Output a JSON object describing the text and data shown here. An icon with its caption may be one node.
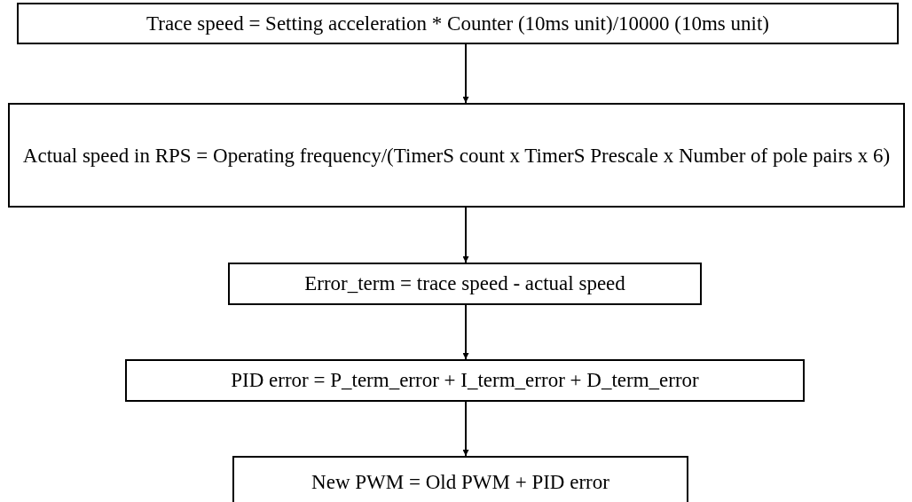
{
  "diagram": {
    "nodes": [
      {
        "text": [
          "Trace speed = Setting acceleration * Counter (10ms unit)/10000 (10ms unit)"
        ]
      },
      {
        "text": [
          "Actual speed in RPS = Operating frequency/(TimerS count x TimerS Prescale x Number of pole pairs x 6)"
        ]
      },
      {
        "text": [
          "Error_term = trace speed - actual speed"
        ]
      },
      {
        "text": [
          "PID error = P_term_error + I_term_error + D_term_error"
        ]
      },
      {
        "text": [
          "New PWM = Old PWM + PID error"
        ]
      }
    ],
    "edges": [
      {
        "from": 0,
        "to": 1,
        "arrow": "to"
      },
      {
        "from": 1,
        "to": 2,
        "arrow": "to"
      },
      {
        "from": 2,
        "to": 3,
        "arrow": "to"
      },
      {
        "from": 3,
        "to": 4,
        "arrow": "to"
      }
    ]
  }
}
